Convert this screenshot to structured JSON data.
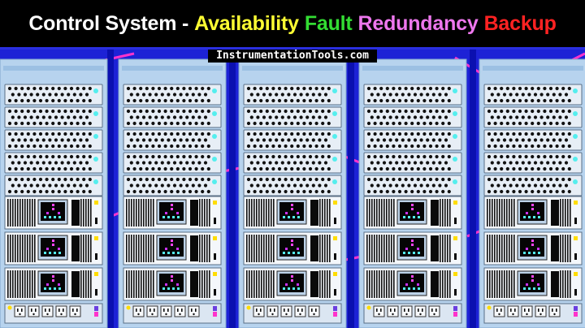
{
  "title": {
    "segments": [
      {
        "text": "Control System -",
        "color": "#ffffff"
      },
      {
        "text": "Availability",
        "color": "#ffff33"
      },
      {
        "text": "Fault",
        "color": "#33dd33"
      },
      {
        "text": "Redundancy",
        "color": "#ee77ee"
      },
      {
        "text": "Backup",
        "color": "#ff2222"
      }
    ]
  },
  "watermark": "InstrumentationTools.com",
  "colors": {
    "background": "#1d22d6",
    "rack_frame": "#b7d3ee",
    "panel_face": "#e7eef6",
    "perforation": "#111111",
    "status_led": "#55eeee",
    "cable_magenta": "#ff33cc",
    "power_led": "#ffdd00"
  },
  "icons": [
    "server-rack",
    "perforated-panel",
    "status-led",
    "control-module-display",
    "power-outlet"
  ],
  "racks": {
    "count": 5,
    "perforated_panels_per_rack": 5,
    "modules_per_rack": 3,
    "outlets_per_rack": 5
  }
}
